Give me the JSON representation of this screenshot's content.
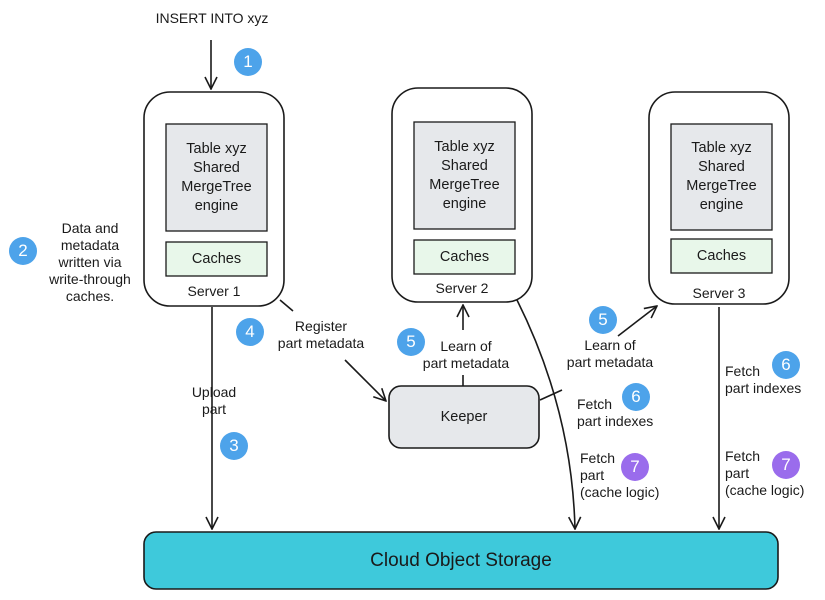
{
  "colors": {
    "badge_blue": "#4da3ea",
    "badge_purple": "#9a6cec",
    "storage_fill": "#3ec9db",
    "engine_fill": "#e6e8eb",
    "cache_fill": "#e8f7ea",
    "keeper_fill": "#e6e8eb"
  },
  "insert_label": "INSERT INTO xyz",
  "servers": [
    {
      "engine": "Table xyz\nShared\nMergeTree\nengine",
      "cache": "Caches",
      "name": "Server 1"
    },
    {
      "engine": "Table xyz\nShared\nMergeTree\nengine",
      "cache": "Caches",
      "name": "Server 2"
    },
    {
      "engine": "Table xyz\nShared\nMergeTree\nengine",
      "cache": "Caches",
      "name": "Server 3"
    }
  ],
  "keeper": "Keeper",
  "storage": "Cloud Object Storage",
  "labels": {
    "data_metadata": "Data and\nmetadata\nwritten via\nwrite-through\ncaches.",
    "register": "Register\npart metadata",
    "upload": "Upload\npart",
    "learn_server2": "Learn of\npart metadata",
    "learn_server3": "Learn of\npart metadata",
    "fetch_indexes_s2": "Fetch\npart indexes",
    "fetch_indexes_s3": "Fetch\npart indexes",
    "fetch_part_s2": "Fetch\npart\n(cache logic)",
    "fetch_part_s3": "Fetch\npart\n(cache logic)"
  },
  "badges": {
    "b1": "1",
    "b2": "2",
    "b3": "3",
    "b4": "4",
    "b5a": "5",
    "b5b": "5",
    "b6a": "6",
    "b6b": "6",
    "b7a": "7",
    "b7b": "7"
  }
}
